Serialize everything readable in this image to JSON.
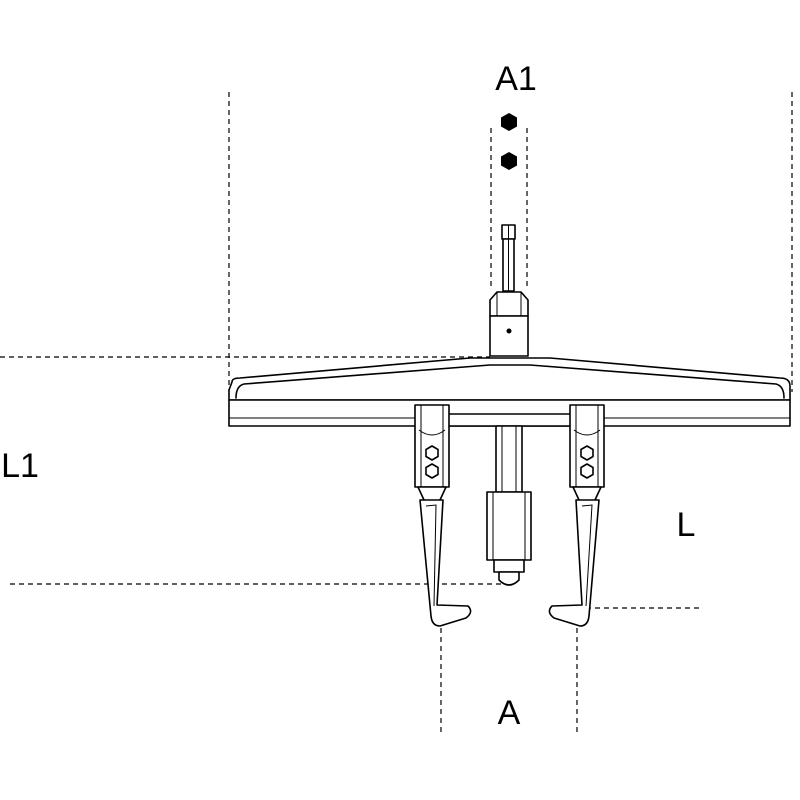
{
  "drawing": {
    "labels": {
      "a1": "A1",
      "l1": "L1",
      "l": "L",
      "a": "A"
    },
    "icons": [
      "hex-socket-icon",
      "hex-socket-icon"
    ],
    "colors": {
      "ink": "#000000",
      "paper": "#ffffff"
    }
  }
}
